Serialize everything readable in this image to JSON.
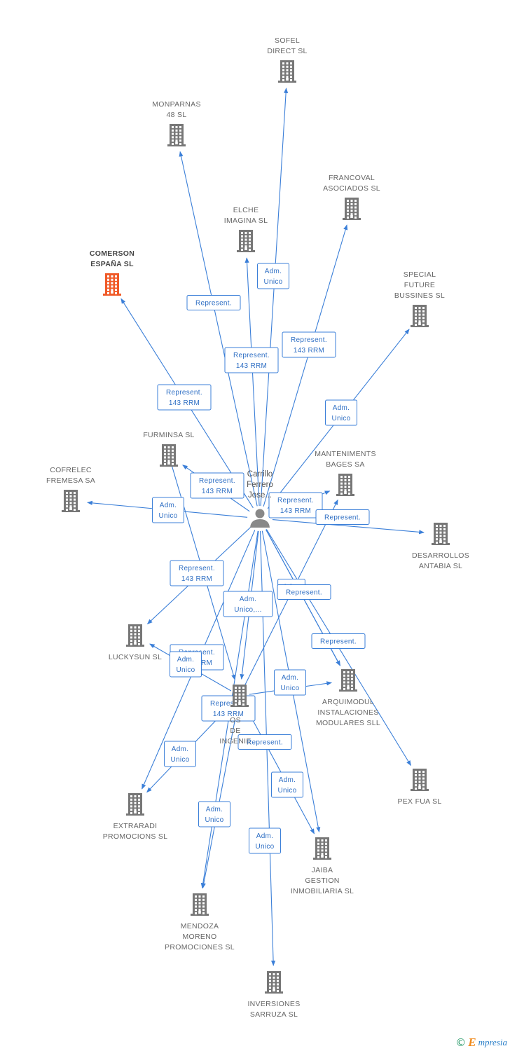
{
  "center": {
    "name_lines": [
      "Carrillo",
      "Ferrero",
      "Jose..."
    ],
    "icon": "person-icon"
  },
  "colors": {
    "edge": "#3b7fd8",
    "building": "#777777",
    "building_highlight": "#f05a28",
    "person": "#888888"
  },
  "nodes": [
    {
      "id": "sofel",
      "label_lines": [
        "SOFEL",
        "DIRECT SL"
      ],
      "icon": "building-icon"
    },
    {
      "id": "monparnas",
      "label_lines": [
        "MONPARNAS",
        "48 SL"
      ],
      "icon": "building-icon"
    },
    {
      "id": "francoval",
      "label_lines": [
        "FRANCOVAL",
        "ASOCIADOS SL"
      ],
      "icon": "building-icon"
    },
    {
      "id": "elche",
      "label_lines": [
        "ELCHE",
        "IMAGINA SL"
      ],
      "icon": "building-icon"
    },
    {
      "id": "comerson",
      "label_lines": [
        "COMERSON",
        "ESPAÑA SL"
      ],
      "icon": "building-icon",
      "highlight": true
    },
    {
      "id": "special",
      "label_lines": [
        "SPECIAL",
        "FUTURE",
        "BUSSINES SL"
      ],
      "icon": "building-icon"
    },
    {
      "id": "furminsa",
      "label_lines": [
        "FURMINSA SL"
      ],
      "icon": "building-icon"
    },
    {
      "id": "cofrelec",
      "label_lines": [
        "COFRELEC",
        "FREMESA SA"
      ],
      "icon": "building-icon"
    },
    {
      "id": "manteniments",
      "label_lines": [
        "MANTENIMENTS",
        "BAGES SA"
      ],
      "icon": "building-icon"
    },
    {
      "id": "desarrollos",
      "label_lines": [
        "DESARROLLOS",
        "ANTABIA SL"
      ],
      "icon": "building-icon"
    },
    {
      "id": "luckysun",
      "label_lines": [
        "LUCKYSUN SL"
      ],
      "icon": "building-icon"
    },
    {
      "id": "ingenieria",
      "label_lines": [
        "OS",
        "DE",
        "INGENIE"
      ],
      "icon": "building-icon"
    },
    {
      "id": "arquimodul",
      "label_lines": [
        "ARQUIMODUL",
        "INSTALACIONES",
        "MODULARES SLL"
      ],
      "icon": "building-icon"
    },
    {
      "id": "pexfua",
      "label_lines": [
        "PEX FUA SL"
      ],
      "icon": "building-icon"
    },
    {
      "id": "extraradi",
      "label_lines": [
        "EXTRARADI",
        "PROMOCIONS SL"
      ],
      "icon": "building-icon"
    },
    {
      "id": "jaiba",
      "label_lines": [
        "JAIBA",
        "GESTION",
        "INMOBILIARIA SL"
      ],
      "icon": "building-icon"
    },
    {
      "id": "mendoza",
      "label_lines": [
        "MENDOZA",
        "MORENO",
        "PROMOCIONES SL"
      ],
      "icon": "building-icon"
    },
    {
      "id": "inversiones",
      "label_lines": [
        "INVERSIONES",
        "SARRUZA SL"
      ],
      "icon": "building-icon"
    }
  ],
  "edges": [
    {
      "to": "sofel",
      "label_lines": [
        "Adm.",
        "Unico"
      ]
    },
    {
      "to": "monparnas",
      "label_lines": [
        "Represent."
      ]
    },
    {
      "to": "elche",
      "label_lines": [
        "Represent.",
        "143 RRM"
      ]
    },
    {
      "to": "francoval",
      "label_lines": [
        "Represent.",
        "143 RRM"
      ]
    },
    {
      "to": "comerson",
      "label_lines": [
        "Represent.",
        "143 RRM"
      ]
    },
    {
      "to": "special",
      "label_lines": [
        "Adm.",
        "Unico"
      ]
    },
    {
      "to": "furminsa",
      "label_lines": [
        "Represent.",
        "143 RRM"
      ]
    },
    {
      "to": "cofrelec",
      "label_lines": [
        "Adm.",
        "Unico"
      ]
    },
    {
      "to": "manteniments",
      "label_lines": [
        "Represent.",
        "143 RRM"
      ]
    },
    {
      "to": "desarrollos",
      "label_lines": [
        "Represent."
      ]
    },
    {
      "to": "luckysun",
      "label_lines": [
        "Represent.",
        "143 RRM"
      ]
    },
    {
      "to": "ingenieria",
      "label_lines": [
        "Adm.",
        "Unico,..."
      ]
    },
    {
      "to": "arquimodul",
      "label_lines": [
        "Adm."
      ]
    },
    {
      "to": "arquimodul",
      "label_lines": [
        "Represent."
      ]
    },
    {
      "to": "pexfua",
      "label_lines": [
        "Represent."
      ]
    },
    {
      "to": "extraradi",
      "label_lines": [
        "Represent.",
        "143 RRM"
      ]
    },
    {
      "to": "jaiba",
      "label_lines": [
        "Represent."
      ]
    },
    {
      "to": "mendoza",
      "label_lines": [
        "Represent.",
        "143 RRM"
      ]
    },
    {
      "to": "inversiones",
      "label_lines": [
        "Adm.",
        "Unico"
      ]
    }
  ],
  "secondary_edges": [
    {
      "from": "furminsa",
      "to": "ingenieria",
      "label_lines": [
        "Represent.",
        "143 RRM"
      ]
    },
    {
      "from": "ingenieria",
      "to": "luckysun",
      "label_lines": [
        "Adm.",
        "Unico"
      ]
    },
    {
      "from": "ingenieria",
      "to": "arquimodul",
      "label_lines": [
        "Adm.",
        "Unico"
      ]
    },
    {
      "from": "ingenieria",
      "to": "manteniments",
      "label_lines": []
    },
    {
      "from": "ingenieria",
      "to": "extraradi",
      "label_lines": [
        "Adm.",
        "Unico"
      ]
    },
    {
      "from": "ingenieria",
      "to": "jaiba",
      "label_lines": [
        "Adm.",
        "Unico"
      ]
    },
    {
      "from": "ingenieria",
      "to": "mendoza",
      "label_lines": [
        "Adm.",
        "Unico"
      ]
    }
  ],
  "footer": {
    "copyright_symbol": "©",
    "brand_initial": "E",
    "brand_rest": "mpresia"
  }
}
